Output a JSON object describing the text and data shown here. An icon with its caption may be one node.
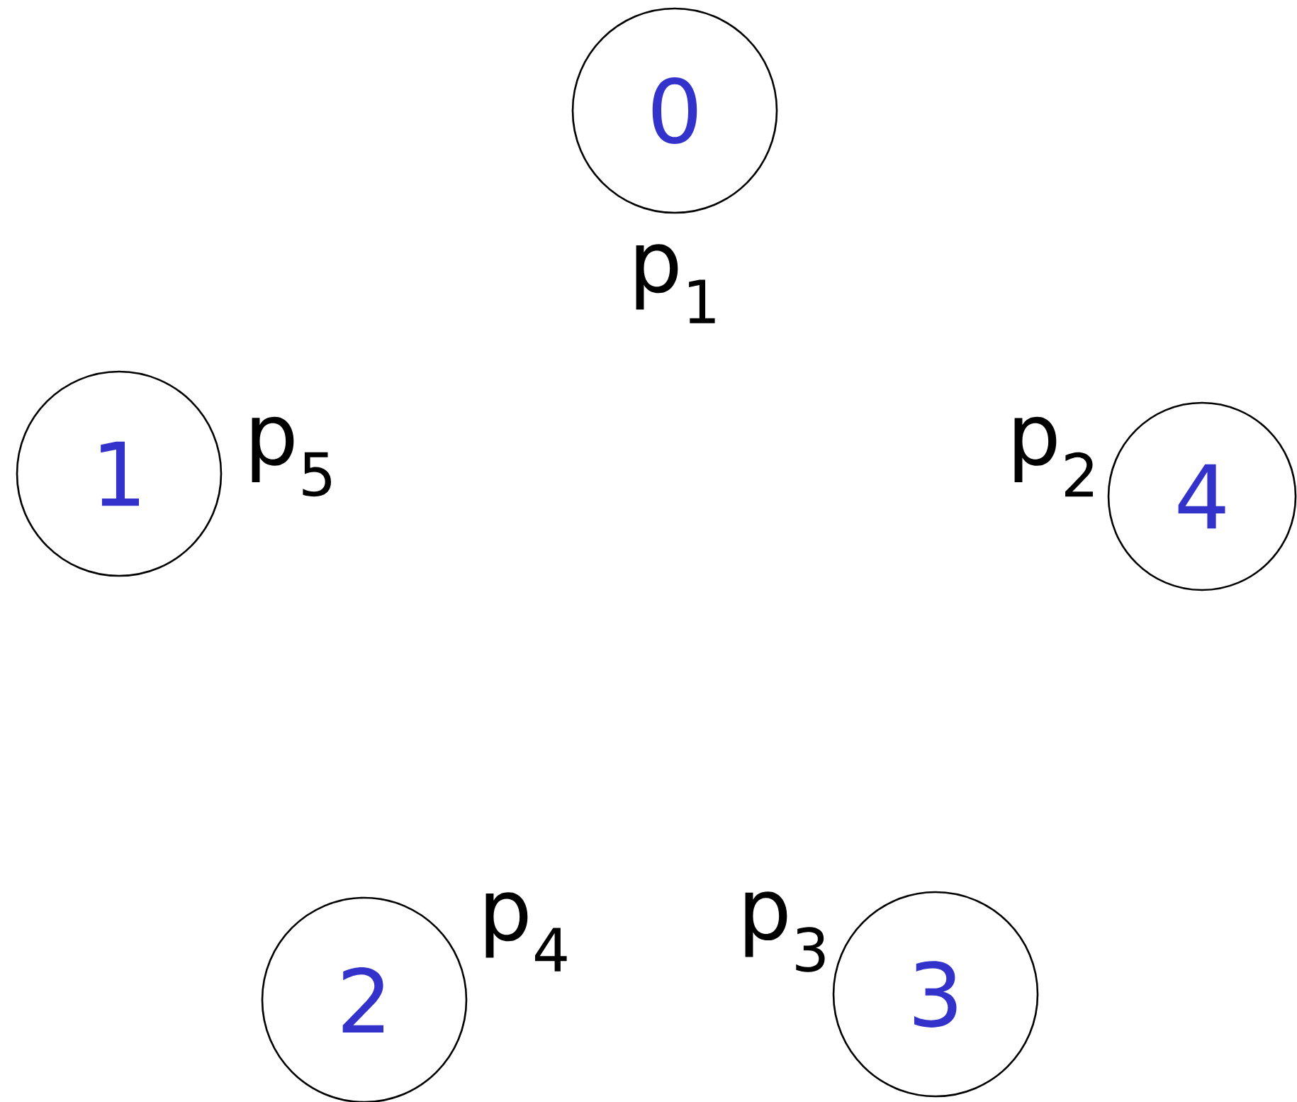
{
  "diagram": {
    "nodes": [
      {
        "text": [
          "0"
        ],
        "beside": [
          "p$_{1}$"
        ]
      },
      {
        "text": [
          "1"
        ],
        "beside": [
          "p$_{5}$"
        ]
      },
      {
        "text": [
          "4"
        ],
        "beside": [
          "p$_{2}$"
        ]
      },
      {
        "text": [
          "2"
        ],
        "beside": [
          "p$_{4}$"
        ]
      },
      {
        "text": [
          "3"
        ],
        "beside": [
          "p$_{3}$"
        ]
      }
    ]
  }
}
